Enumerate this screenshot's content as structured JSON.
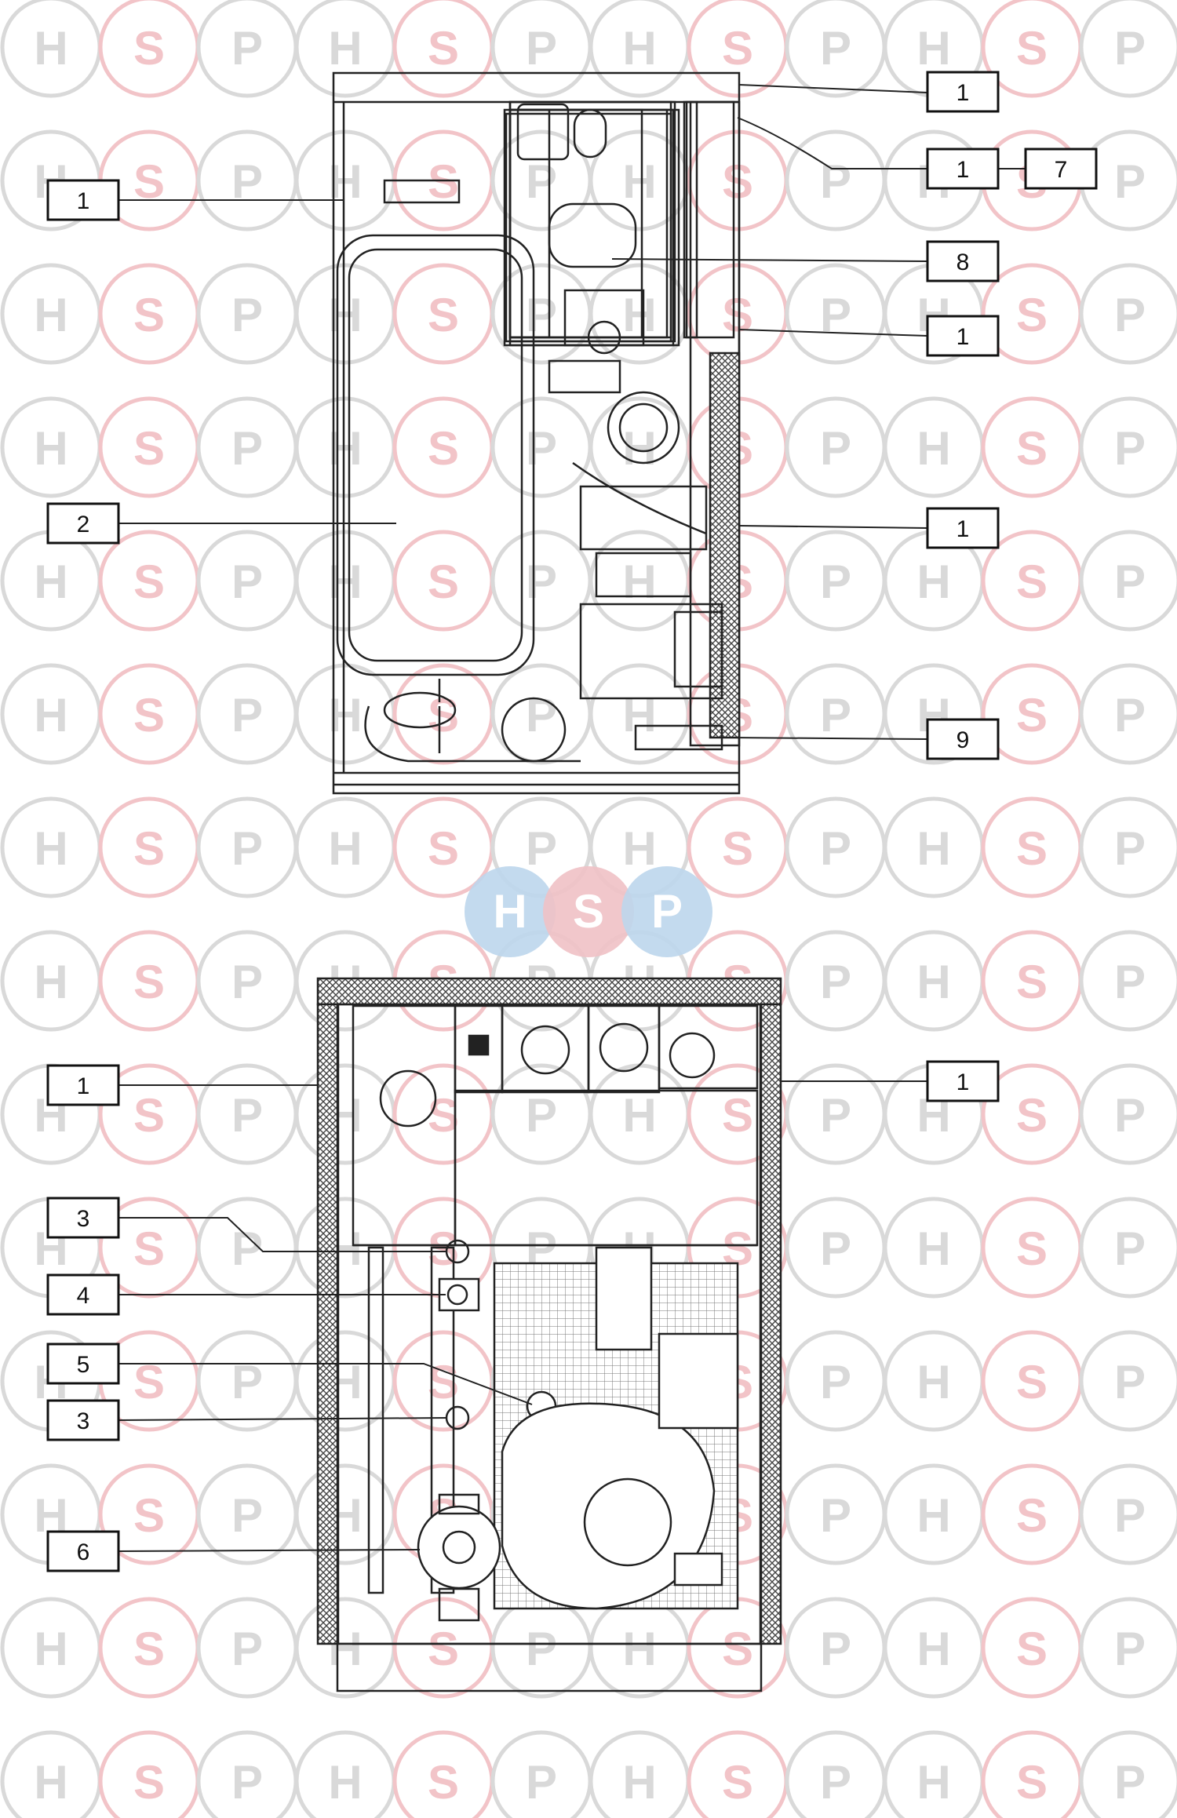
{
  "watermark": {
    "letters": [
      "H",
      "S",
      "P"
    ],
    "color_grey": "#d9d9d9",
    "color_pink": "#f2c4c8"
  },
  "logo": {
    "letters": [
      "H",
      "S",
      "P"
    ],
    "colors": [
      "#bcd6ec",
      "#f0c1c5",
      "#bcd6ec"
    ]
  },
  "callouts": {
    "top": [
      {
        "id": "c1",
        "text": "1"
      },
      {
        "id": "c2",
        "text": "1"
      },
      {
        "id": "c3",
        "text": "7"
      },
      {
        "id": "c4",
        "text": "1"
      },
      {
        "id": "c5",
        "text": "8"
      },
      {
        "id": "c6",
        "text": "1"
      },
      {
        "id": "c7",
        "text": "2"
      },
      {
        "id": "c8",
        "text": "1"
      },
      {
        "id": "c9",
        "text": "9"
      }
    ],
    "bottom": [
      {
        "id": "d1",
        "text": "1"
      },
      {
        "id": "d2",
        "text": "1"
      },
      {
        "id": "d3",
        "text": "3"
      },
      {
        "id": "d4",
        "text": "4"
      },
      {
        "id": "d5",
        "text": "5"
      },
      {
        "id": "d6",
        "text": "3"
      },
      {
        "id": "d7",
        "text": "6"
      }
    ]
  }
}
